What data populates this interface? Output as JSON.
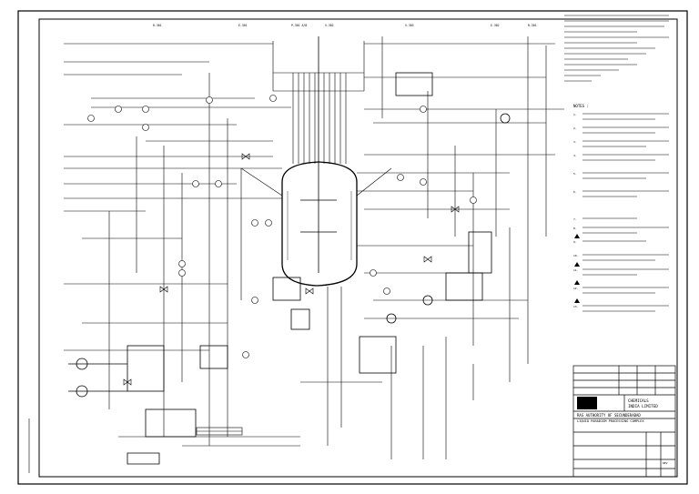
{
  "sheet": {
    "company_lines": [
      "CHEMICALS",
      "INDIA LIMITED"
    ],
    "client": "RAS AUTHORITY OF SECUNDERABAD",
    "project": "LIQUID PARADIGM PROCESSING COMPLEX",
    "drawing_title": [
      "P&I DIAGRAM",
      "REACTOR"
    ],
    "rev_label": "REV"
  },
  "equipment_tags": [
    "R-301",
    "E-301",
    "P-301 A/B",
    "V-302",
    "V-303",
    "E-302"
  ],
  "notes": {
    "header": "NOTES :",
    "items": [
      "1.",
      "2.",
      "3.",
      "4.",
      "5.",
      "6.",
      "7.",
      "8.",
      "9.",
      "10.",
      "11.",
      "12.",
      "13.",
      "14.",
      "15."
    ]
  },
  "colors": {
    "ink": "#000000",
    "paper": "#ffffff"
  }
}
